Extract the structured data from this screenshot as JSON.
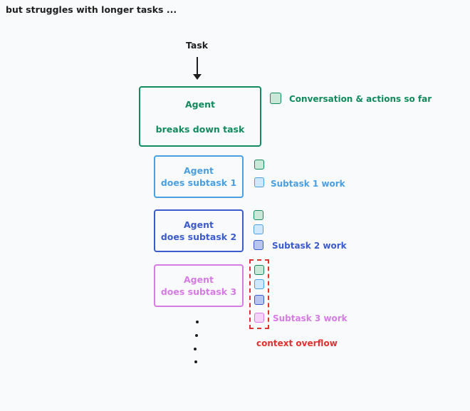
{
  "heading": "but struggles with longer tasks ...",
  "task_label": "Task",
  "agent_boxes": [
    {
      "line1": "Agent",
      "line2": "breaks down task"
    },
    {
      "line1": "Agent",
      "line2": "does subtask 1"
    },
    {
      "line1": "Agent",
      "line2": "does subtask 2"
    },
    {
      "line1": "Agent",
      "line2": "does subtask 3"
    }
  ],
  "context_labels": {
    "conversation": "Conversation & actions so far",
    "subtask1": "Subtask 1 work",
    "subtask2": "Subtask 2 work",
    "subtask3": "Subtask 3 work",
    "overflow": "context overflow"
  },
  "colors": {
    "green": "#138a5e",
    "light_blue": "#4a9fe0",
    "dark_blue": "#3b5bcc",
    "purple": "#d67be4",
    "red": "#e03131"
  }
}
